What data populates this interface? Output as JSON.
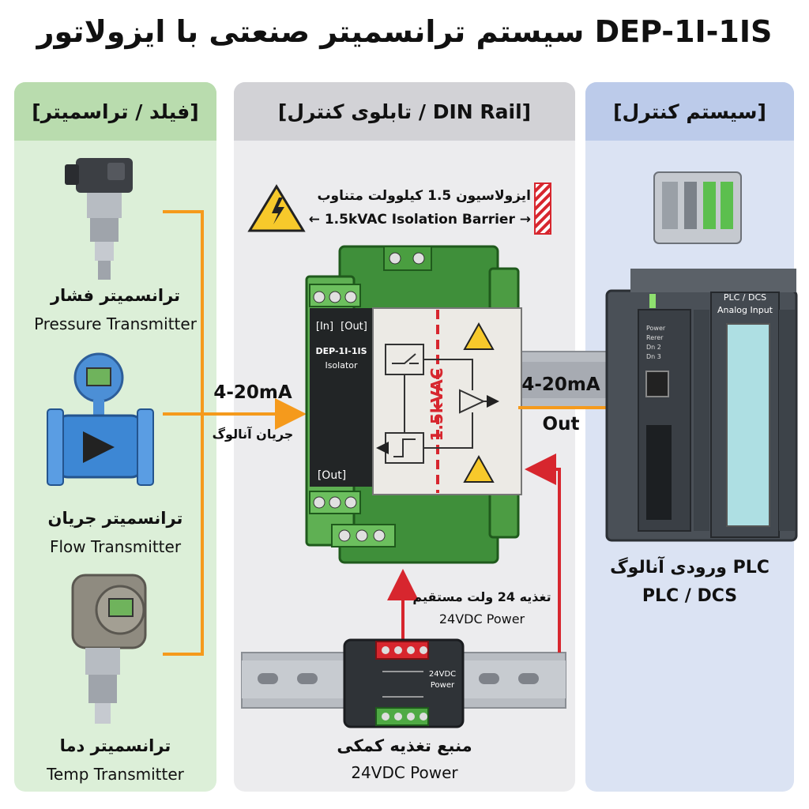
{
  "title": "سیستم ترانسمیتر صنعتی با ایزولاتور DEP-1I-1IS",
  "panels": {
    "field": "[فیلد / تراسمیتر]",
    "rail": "[تابلوی کنترل / DIN Rail]",
    "control": "[سیستم کنترل]"
  },
  "transmitters": [
    {
      "fa": "ترانسمیتر فشار",
      "en": "Pressure Transmitter"
    },
    {
      "fa": "ترانسمیتر جریان",
      "en": "Flow Transmitter"
    },
    {
      "fa": "ترانسمیتر دما",
      "en": "Temp Transmitter"
    }
  ],
  "signal_in": {
    "value": "4-20mA",
    "fa": "جریان آنالوگ"
  },
  "isolation": {
    "fa": "ایزولاسیون 1.5 کیلوولت متناوب",
    "en": "← 1.5kVAC Isolation Barrier →",
    "barrier_text": "1.5kVAC"
  },
  "isolator": {
    "in_label": "[In]",
    "out_label": "[Out]",
    "out_label_bottom": "[Out]",
    "model": "DEP-1I-1IS",
    "type": "Isolator"
  },
  "signal_out": {
    "value": "4-20mA",
    "label": "Out"
  },
  "power_feed": {
    "fa": "تغذیه 24 ولت مستقیم",
    "en": "24VDC Power"
  },
  "psu": {
    "body_text": "24VDC",
    "body_text2": "Power",
    "fa": "منبع تغذیه کمکی",
    "en": "24VDC Power"
  },
  "plc": {
    "module_label1": "PLC / DCS",
    "module_label2": "Analog Input",
    "leds": [
      "Power",
      "Rerer",
      "Dn 2",
      "Dn 3"
    ],
    "fa": "ورودی آنالوگ PLC",
    "en": "PLC / DCS"
  },
  "colors": {
    "orange": "#f59a1c",
    "red": "#d7262e",
    "green": "#52a048"
  }
}
